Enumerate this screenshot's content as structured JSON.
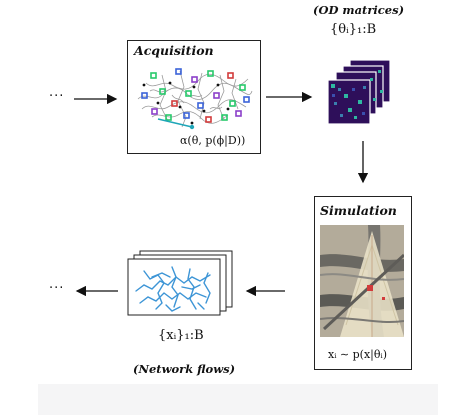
{
  "acquisition": {
    "title": "Acquisition",
    "formula": "α(θ, p(ϕ|D))"
  },
  "od_matrices": {
    "caption": "(OD matrices)",
    "symbol": "{θᵢ}₁:B"
  },
  "simulation": {
    "title": "Simulation",
    "formula": "xᵢ ∼ p(x|θᵢ)"
  },
  "network_flows": {
    "symbol": "{xᵢ}₁:B",
    "caption": "(Network flows)"
  },
  "flow": {
    "input_dots": "···",
    "output_dots": "···"
  },
  "colors": {
    "matrix_bg": "#2e0f5a",
    "matrix_hot": "#2fb8a2",
    "network_blue": "#3d95d6",
    "marker_green": "#27c96b",
    "marker_blue": "#3b63d9",
    "marker_purple": "#8b3fc9",
    "marker_red": "#d23b3b"
  }
}
